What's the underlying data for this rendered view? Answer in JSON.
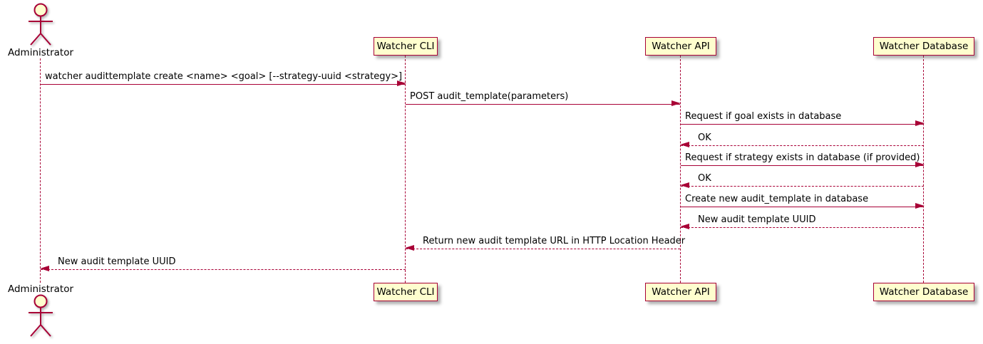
{
  "diagram_type": "uml-sequence-diagram",
  "colors": {
    "participant_fill": "#FEFECE",
    "participant_border": "#A80036",
    "line_color": "#A80036",
    "text_color": "#000000",
    "background": "#FFFFFF"
  },
  "actor": {
    "name": "Administrator"
  },
  "participants": [
    {
      "name": "Watcher CLI"
    },
    {
      "name": "Watcher API"
    },
    {
      "name": "Watcher Database"
    }
  ],
  "messages": [
    {
      "from": "Administrator",
      "to": "Watcher CLI",
      "style": "solid",
      "direction": "right",
      "label": "watcher audittemplate create <name> <goal> [--strategy-uuid <strategy>]"
    },
    {
      "from": "Watcher CLI",
      "to": "Watcher API",
      "style": "solid",
      "direction": "right",
      "label": "POST audit_template(parameters)"
    },
    {
      "from": "Watcher API",
      "to": "Watcher Database",
      "style": "solid",
      "direction": "right",
      "label": "Request if goal exists in database"
    },
    {
      "from": "Watcher Database",
      "to": "Watcher API",
      "style": "dashed",
      "direction": "left",
      "label": "OK"
    },
    {
      "from": "Watcher API",
      "to": "Watcher Database",
      "style": "solid",
      "direction": "right",
      "label": "Request if strategy exists in database (if provided)"
    },
    {
      "from": "Watcher Database",
      "to": "Watcher API",
      "style": "dashed",
      "direction": "left",
      "label": "OK"
    },
    {
      "from": "Watcher API",
      "to": "Watcher Database",
      "style": "solid",
      "direction": "right",
      "label": "Create new audit_template in database"
    },
    {
      "from": "Watcher Database",
      "to": "Watcher API",
      "style": "dashed",
      "direction": "left",
      "label": "New audit template UUID"
    },
    {
      "from": "Watcher API",
      "to": "Watcher CLI",
      "style": "dashed",
      "direction": "left",
      "label": "Return new audit template URL in HTTP Location Header"
    },
    {
      "from": "Watcher CLI",
      "to": "Administrator",
      "style": "dashed",
      "direction": "left",
      "label": "New audit template UUID"
    }
  ]
}
